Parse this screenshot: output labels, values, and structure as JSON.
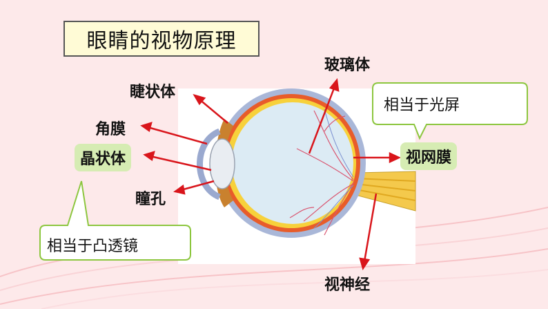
{
  "title": "眼睛的视物原理",
  "labels": {
    "ciliary_body": "睫状体",
    "cornea": "角膜",
    "lens": "晶状体",
    "pupil": "瞳孔",
    "vitreous": "玻璃体",
    "retina": "视网膜",
    "optic_nerve": "视神经"
  },
  "callouts": {
    "retina_note": "相当于光屏",
    "lens_note": "相当于凸透镜"
  },
  "colors": {
    "background": "#fde9ea",
    "title_fill": "#fffbd6",
    "label_highlight": "#d6ecb3",
    "callout_border": "#8cc63e",
    "arrow": "#d9151b"
  }
}
